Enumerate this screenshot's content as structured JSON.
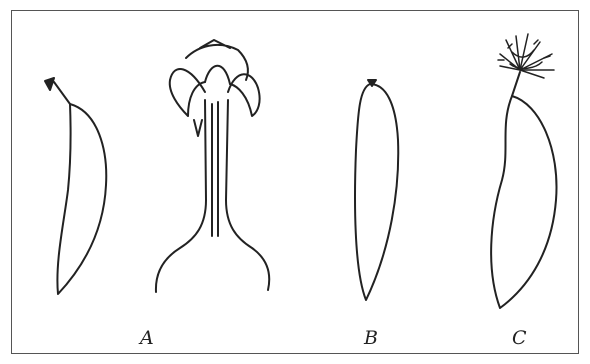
{
  "figure": {
    "labels": {
      "a": "A",
      "b": "B",
      "c": "C"
    },
    "colors": {
      "stroke": "#222222",
      "background": "#ffffff",
      "frame": "#555555"
    }
  }
}
